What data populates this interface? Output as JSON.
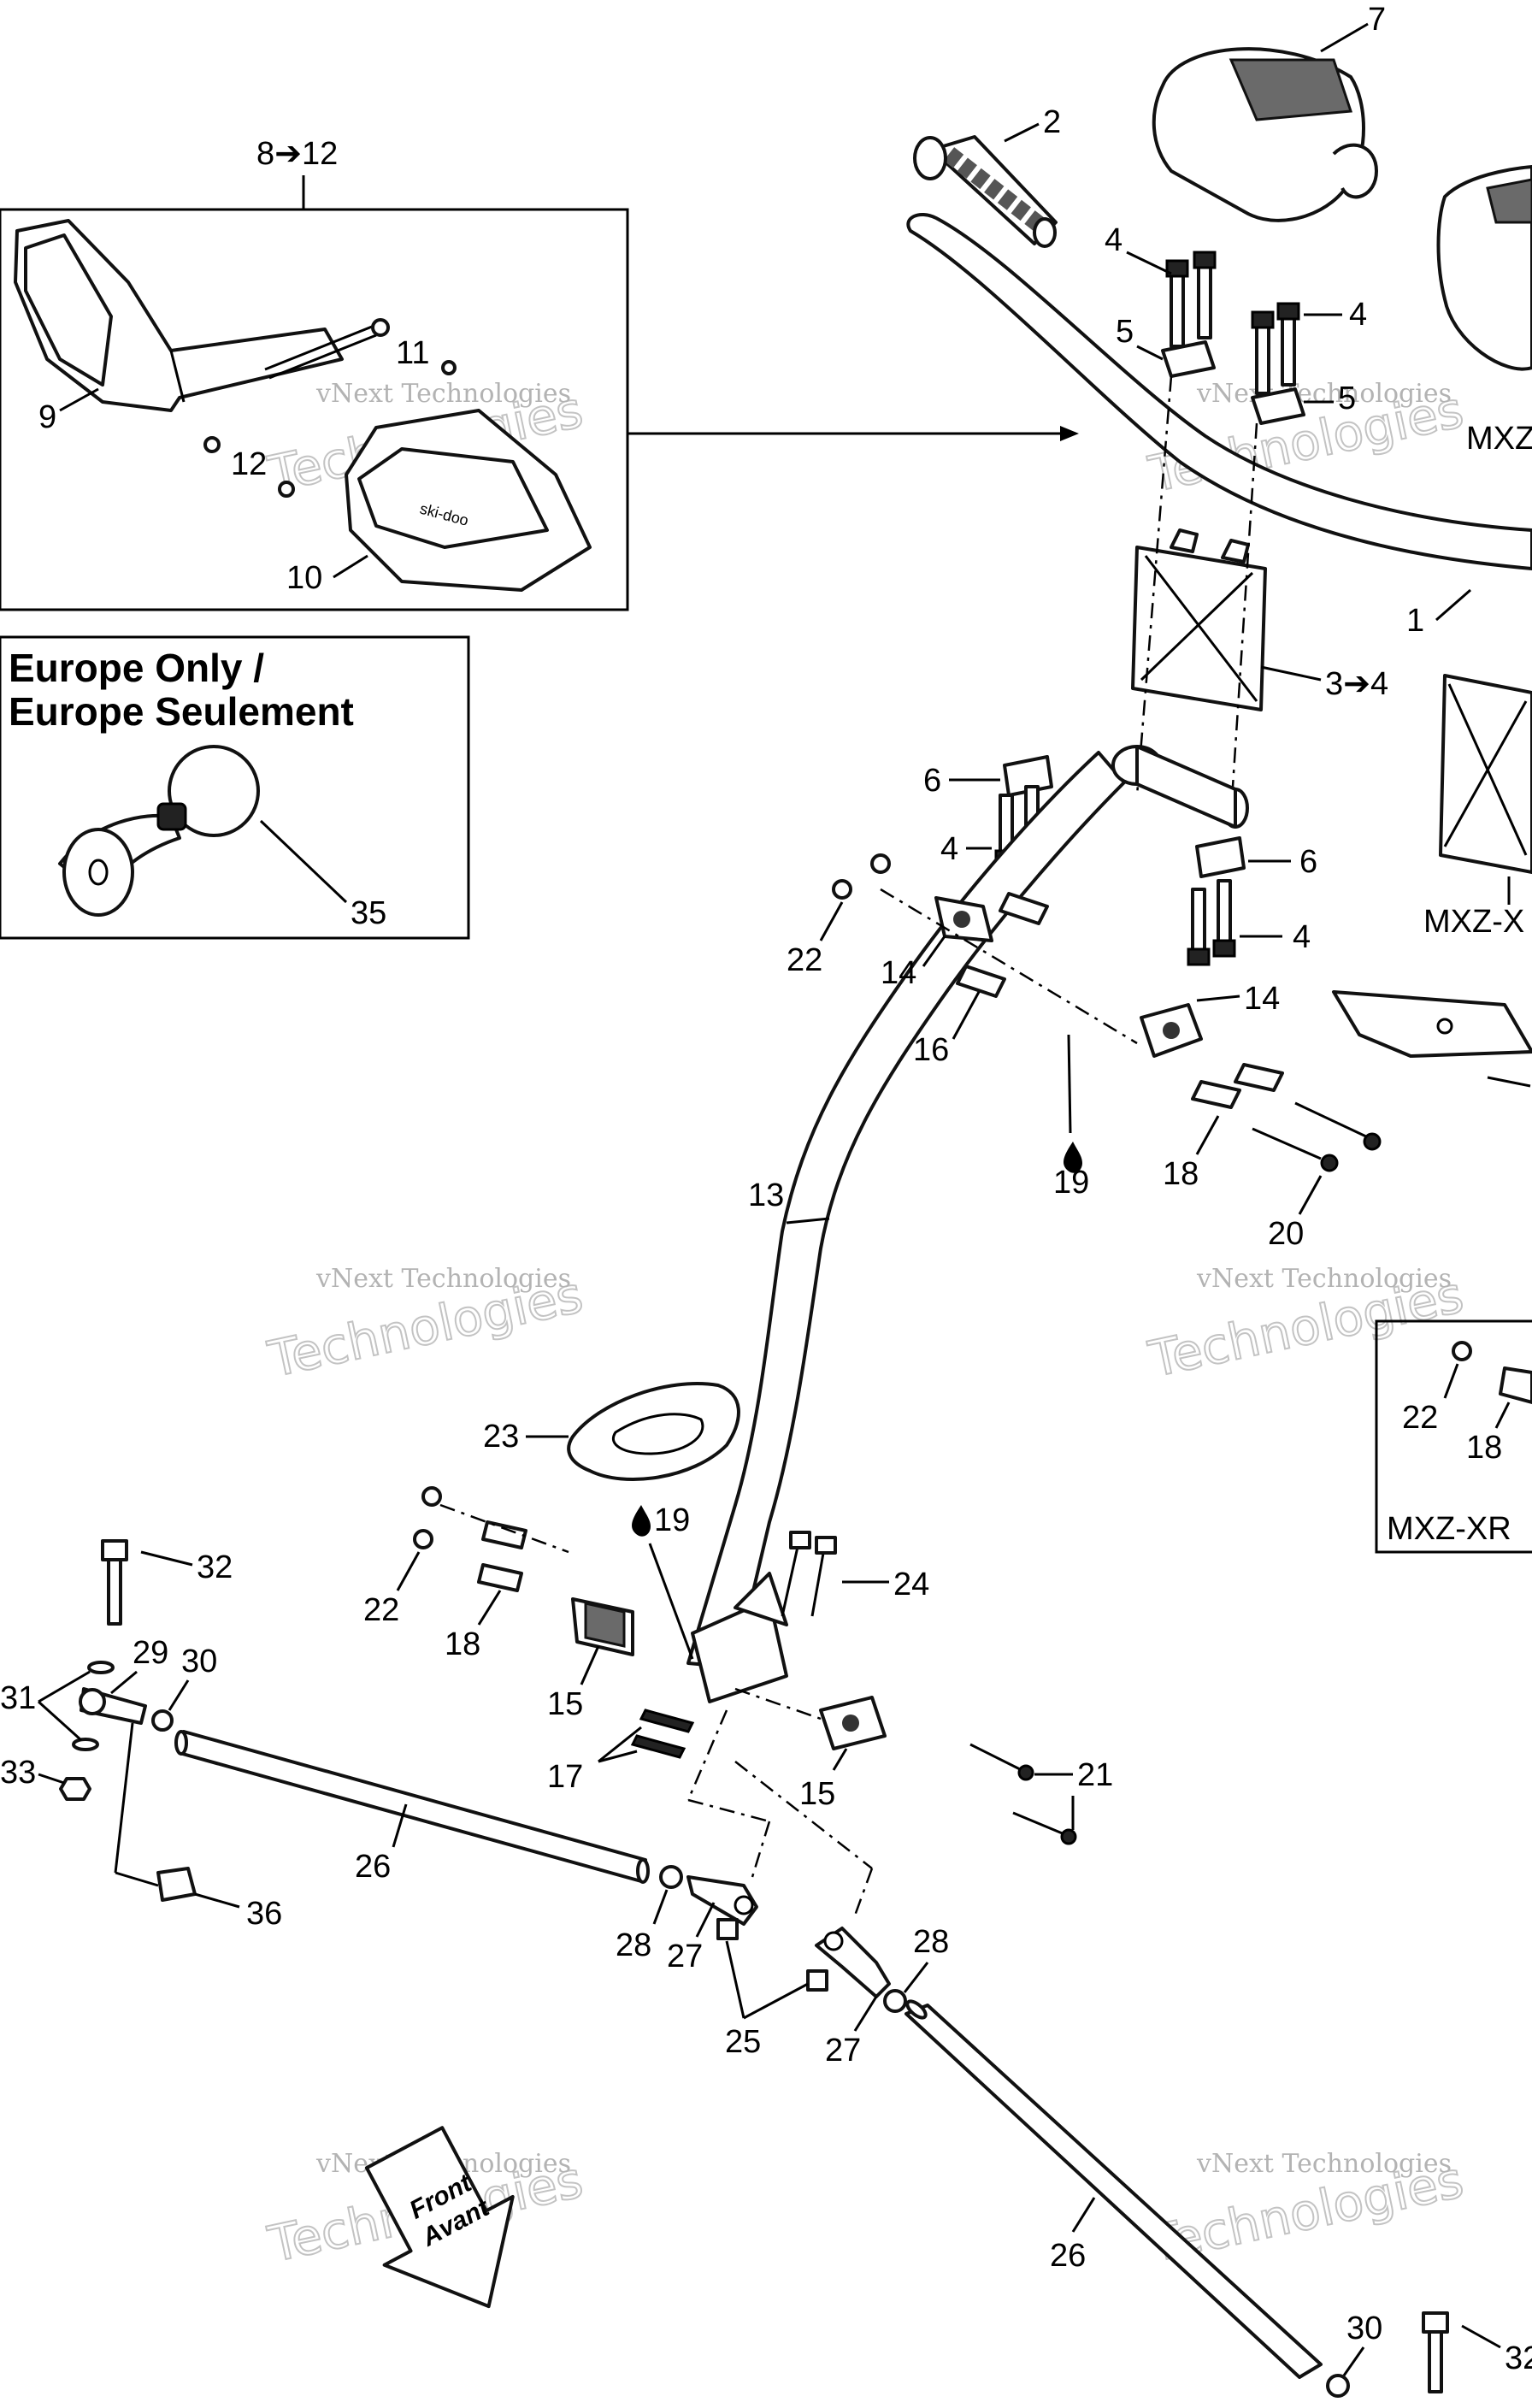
{
  "callouts": {
    "c1": "1",
    "c2": "2",
    "c3_4": "3➔4",
    "c4a": "4",
    "c4b": "4",
    "c4c": "4",
    "c4d": "4",
    "c5a": "5",
    "c5b": "5",
    "c6a": "6",
    "c6b": "6",
    "c7": "7",
    "c8_12": "8➔12",
    "c9": "9",
    "c10": "10",
    "c11": "11",
    "c12": "12",
    "c13": "13",
    "c14a": "14",
    "c14b": "14",
    "c15a": "15",
    "c15b": "15",
    "c16": "16",
    "c17": "17",
    "c18a": "18",
    "c18b": "18",
    "c18c": "18",
    "c19a": "19",
    "c19b": "19",
    "c20": "20",
    "c21": "21",
    "c22a": "22",
    "c22b": "22",
    "c22c": "22",
    "c23": "23",
    "c24": "24",
    "c25": "25",
    "c26a": "26",
    "c26b": "26",
    "c27a": "27",
    "c27b": "27",
    "c28a": "28",
    "c28b": "28",
    "c29": "29",
    "c30a": "30",
    "c30b": "30",
    "c31": "31",
    "c32a": "32",
    "c32b": "32",
    "c33": "33",
    "c35": "35",
    "c36": "36"
  },
  "variants": {
    "mxz_top": "MXZ",
    "mxz_x": "MXZ-X",
    "mxz_xrs": "MXZ-XR"
  },
  "europe_box": {
    "line1": "Europe Only /",
    "line2": "Europe Seulement"
  },
  "front_arrow": {
    "line1": "Front",
    "line2": "Avant"
  },
  "watermark": {
    "line1": "vNext Technologies",
    "line2": "Technologies"
  }
}
